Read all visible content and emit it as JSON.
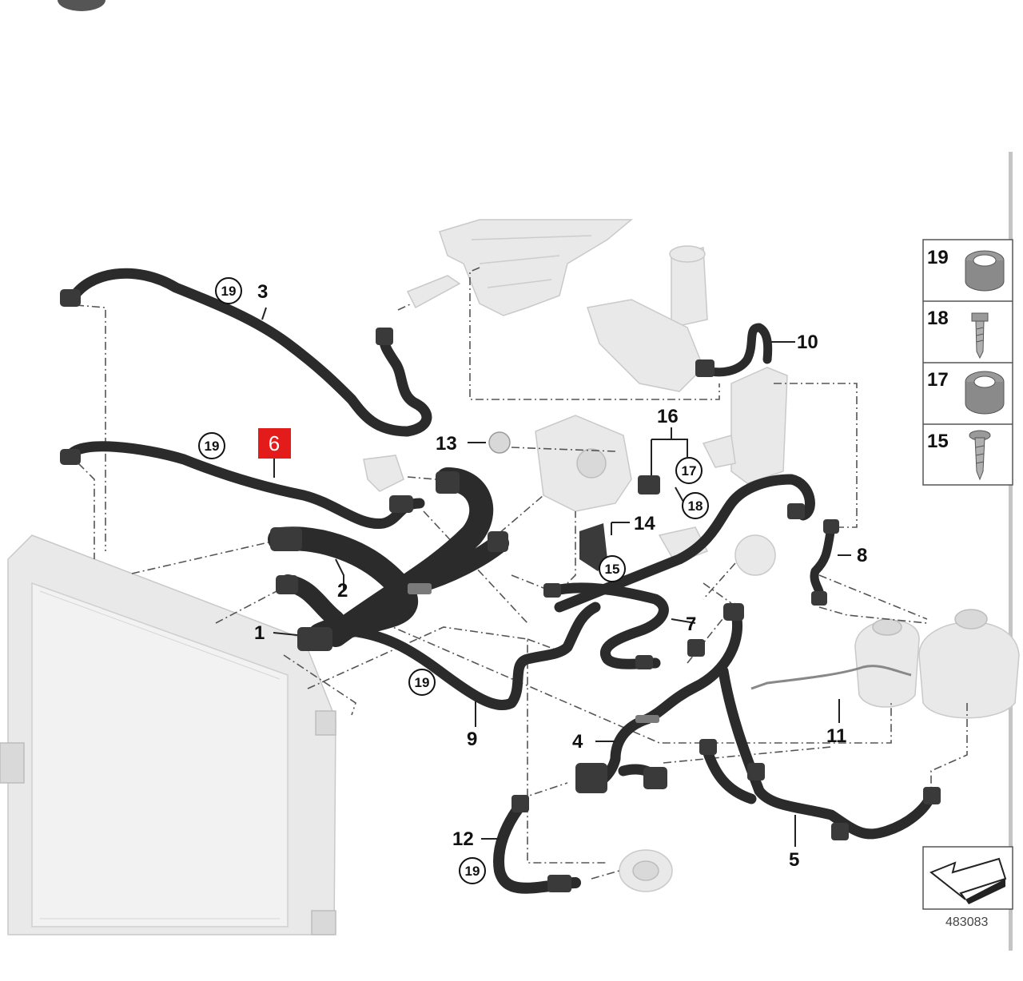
{
  "diagram": {
    "callouts": {
      "c1": "1",
      "c2": "2",
      "c3": "3",
      "c4": "4",
      "c5": "5",
      "c7": "7",
      "c8": "8",
      "c9": "9",
      "c10": "10",
      "c11": "11",
      "c12": "12",
      "c13": "13",
      "c14": "14",
      "c16": "16"
    },
    "highlight": "6",
    "circled": {
      "a": "19",
      "b": "19",
      "c": "19",
      "d": "19",
      "e": "17",
      "f": "18",
      "g": "15"
    },
    "legend": {
      "items": [
        {
          "label": "19"
        },
        {
          "label": "18"
        },
        {
          "label": "17"
        },
        {
          "label": "15"
        }
      ]
    },
    "reference_number": "483083"
  },
  "colors": {
    "highlight_bg": "#e31b1b",
    "hose": "#2b2b2b",
    "ghost_part": "#e9e9e9"
  },
  "icons": [
    "front-direction-arrow-icon"
  ]
}
